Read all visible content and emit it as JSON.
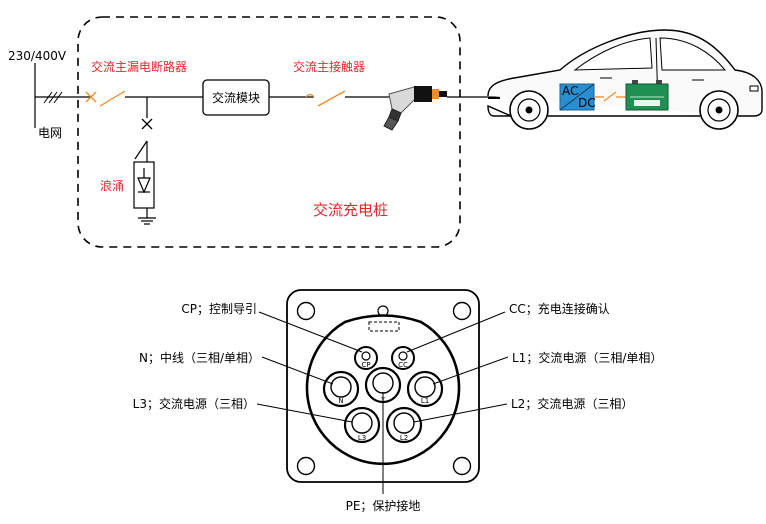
{
  "colors": {
    "accent_red": "#e8262e",
    "switch_orange": "#f28c28",
    "line": "#000000",
    "converter_blue": "#2a8fd0",
    "battery_green": "#1f8f52"
  },
  "top": {
    "grid_voltage": "230/400V",
    "grid_label": "电网",
    "breaker_label": "交流主漏电断路器",
    "module_label": "交流模块",
    "contactor_label": "交流主接触器",
    "surge_label": "浪涌",
    "station_label": "交流充电桩",
    "converter_ac": "AC",
    "converter_dc": "DC"
  },
  "icons": {
    "plug": "charging-plug-icon",
    "car": "electric-car-icon",
    "converter": "ac-dc-converter-icon",
    "battery": "battery-icon"
  },
  "connector": {
    "callouts": {
      "cp": "CP；控制导引",
      "cc": "CC；充电连接确认",
      "n": "N；中线（三相/单相）",
      "l1": "L1；交流电源（三相/单相）",
      "l3": "L3；交流电源（三相）",
      "l2": "L2；交流电源（三相）",
      "pe": "PE；保护接地"
    },
    "pins": {
      "cp": "CP",
      "cc": "CC",
      "n": "N",
      "pe": "⏚",
      "l1": "L1",
      "l3": "L3",
      "l2": "L2"
    }
  }
}
